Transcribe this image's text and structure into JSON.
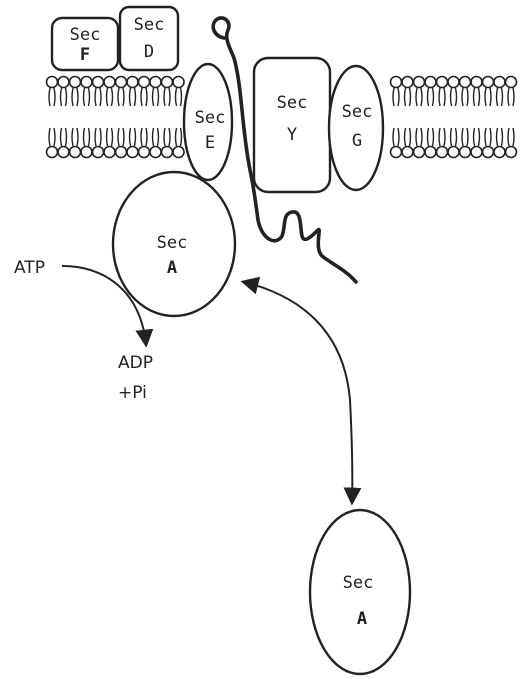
{
  "labels": {
    "secF": [
      "Sec",
      "F"
    ],
    "secD": [
      "Sec",
      "D"
    ],
    "secE": [
      "Sec",
      "E"
    ],
    "secY": [
      "Sec",
      "Y"
    ],
    "secG": [
      "Sec",
      "G"
    ],
    "secA_bound": [
      "Sec",
      "A"
    ],
    "secA_free": [
      "Sec",
      "A"
    ],
    "atp": "ATP",
    "adp": "ADP",
    "pi": "+Pi"
  }
}
